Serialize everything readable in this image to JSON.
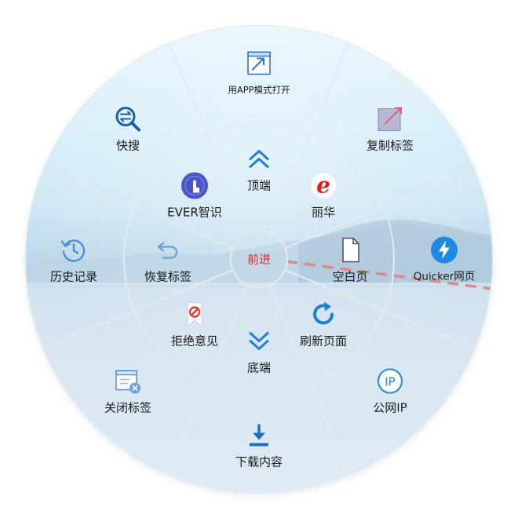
{
  "menu": {
    "center": "前进",
    "inner": {
      "top": "顶端",
      "mark": "丽华",
      "blank": "空白页",
      "refresh": "刷新页面",
      "bottom": "底端",
      "reject": "拒绝意见",
      "restore": "恢复标签",
      "ever": "EVER智识"
    },
    "outer": {
      "open_app": "用APP模式打开",
      "copy_tab": "复制标签",
      "quicker": "Quicker网页",
      "public_ip": "公网IP",
      "download": "下载内容",
      "close_tab": "关闭标签",
      "history": "历史记录",
      "quick_search": "快搜"
    }
  },
  "colors": {
    "accent_blue": "#1e7fd6",
    "center_red": "#d63030",
    "mark_red": "#d8201d"
  }
}
